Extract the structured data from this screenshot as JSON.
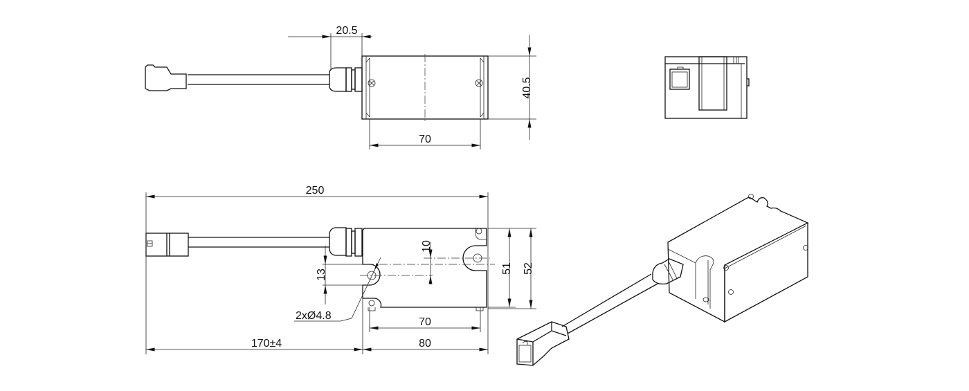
{
  "drawing": {
    "top_view": {
      "dimensions": {
        "gland_offset": "20.5",
        "height": "40.5",
        "screw_spacing": "70"
      }
    },
    "front_view": {
      "dimensions": {
        "overall_length": "250",
        "cable_length": "170±4",
        "body_length": "80",
        "hole_spacing": "70",
        "outer_height": "52",
        "inner_height": "51",
        "hole_offset_left": "13",
        "hole_offset_right": "10",
        "hole_callout": "2xØ4.8"
      }
    },
    "side_view": {},
    "isometric_view": {}
  }
}
